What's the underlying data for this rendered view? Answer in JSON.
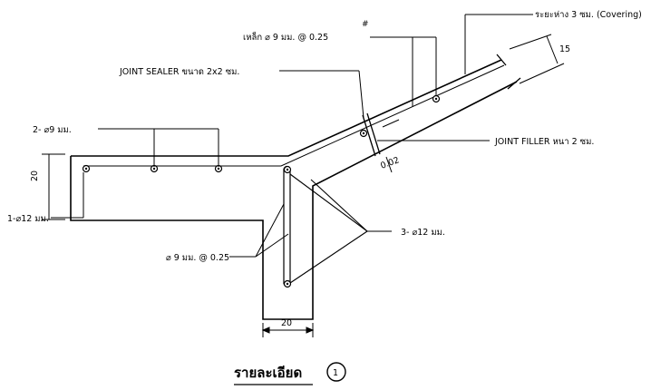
{
  "labels": {
    "steel": "เหล็ก ⌀ 9 มม. @ 0.25",
    "steel_mark": "#",
    "covering": "ระยะห่าง 3 ซม. (Covering)",
    "slab_thickness": "15",
    "joint_sealer": "JOINT SEALER ขนาด 2x2 ซม.",
    "joint_filler": "JOINT FILLER หนา 2 ซม.",
    "gap": "0.02",
    "top_bars": "2- ⌀9 มม.",
    "height_dim": "20",
    "bottom_bar": "1-⌀12 มม.",
    "stirrup": "⌀ 9 มม. @ 0.25",
    "main_bars": "3- ⌀12 มม.",
    "width_dim": "20"
  },
  "caption": {
    "title": "รายละเอียด",
    "number": "1"
  }
}
